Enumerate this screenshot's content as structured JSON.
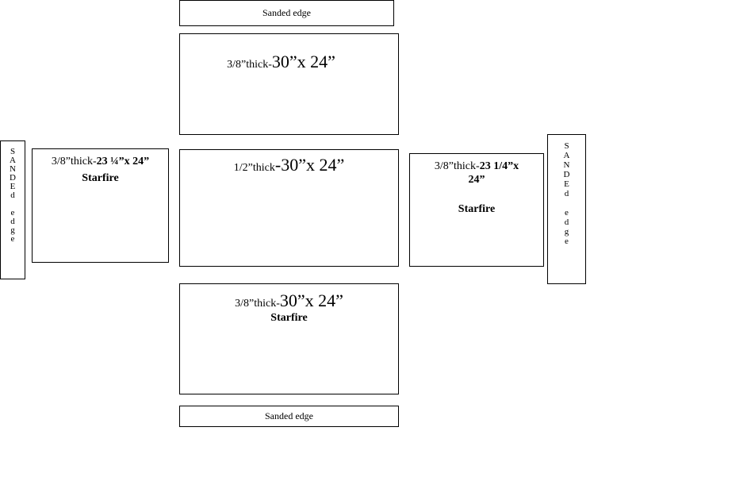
{
  "top_sanded_edge": {
    "label": "Sanded edge"
  },
  "bottom_sanded_edge": {
    "label": "Sanded edge"
  },
  "left_sanded_edge": {
    "vertical_text": "S\nA\nN\nD\nE\nd\n\ne\nd\ng\ne"
  },
  "right_sanded_edge": {
    "vertical_text": "S\nA\nN\nD\nE\nd\n\ne\nd\ng\ne"
  },
  "top_panel": {
    "thickness": "3/8”thick-",
    "size": "30”x 24”"
  },
  "center_panel": {
    "thickness": "1/2”thick",
    "size": "-30”x 24”"
  },
  "bottom_panel": {
    "thickness": "3/8”thick-",
    "size": "30”x 24”",
    "material": "Starfire"
  },
  "left_panel": {
    "thickness": "3/8”thick-",
    "size": "23 ¼”x 24”",
    "material": "Starfire"
  },
  "right_panel": {
    "thickness": "3/8”thick-",
    "size_line1": "23 1/4”x",
    "size_line2": "24”",
    "material": "Starfire"
  }
}
